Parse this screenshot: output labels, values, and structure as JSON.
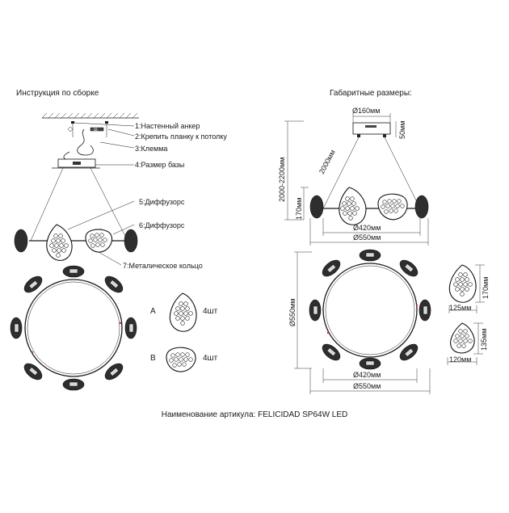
{
  "left_section": {
    "title": "Инструкция по сборке"
  },
  "right_section": {
    "title": "Габаритные размеры:"
  },
  "parts": [
    {
      "label": "1:Настенный анкер"
    },
    {
      "label": "2:Крепить планку к потолку"
    },
    {
      "label": "3:Клемма"
    },
    {
      "label": "4:Размер базы"
    },
    {
      "label": "5:Диффузорс"
    },
    {
      "label": "6:Диффузорс"
    },
    {
      "label": "7:Металическое кольцо"
    }
  ],
  "variants": [
    {
      "letter": "A",
      "qty": "4шт"
    },
    {
      "letter": "B",
      "qty": "4шт"
    }
  ],
  "dimensions": {
    "canopy_diameter": "Ø160мм",
    "canopy_height": "50мм",
    "cable_length": "2000мм",
    "total_height": "2000-2200мм",
    "lamp_height": "170мм",
    "inner_diameter": "Ø420мм",
    "outer_diameter": "Ø550мм",
    "top_view_height": "Ø550мм",
    "top_inner_diameter": "Ø420мм",
    "top_outer_diameter": "Ø550мм",
    "shade_a_width": "125мм",
    "shade_a_height": "170мм",
    "shade_b_width": "120мм",
    "shade_b_height": "135мм"
  },
  "footer": {
    "article": "Наименование артикула: FELICIDAD SP64W LED"
  },
  "icons": [
    "screw-icon",
    "canopy-icon",
    "ring-icon",
    "lamp-head-icon",
    "diffuser-shade-icon"
  ]
}
